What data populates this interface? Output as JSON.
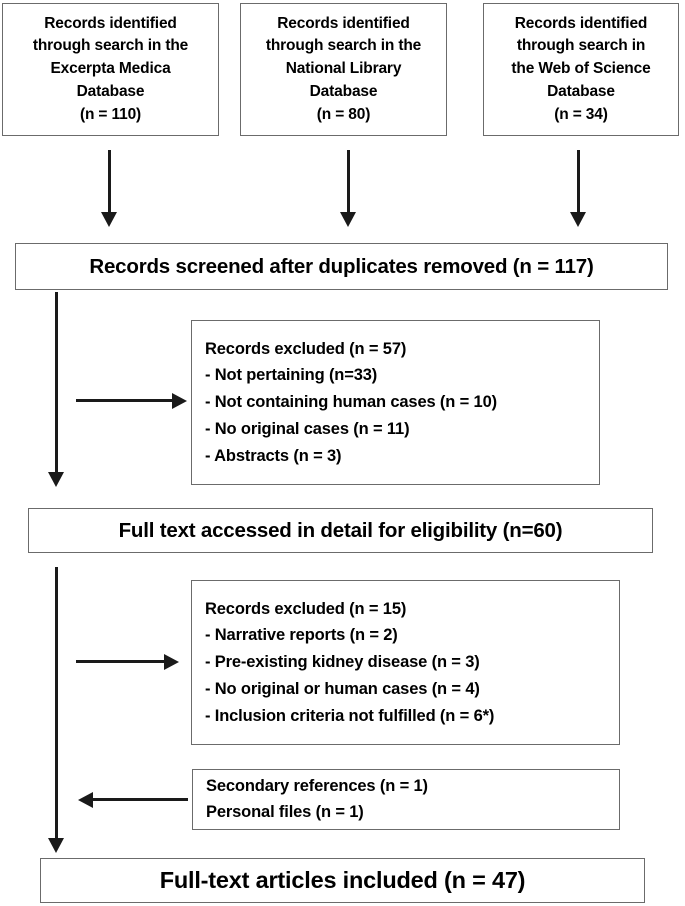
{
  "diagram": {
    "type": "prisma-flow-diagram",
    "title": "PRISMA study selection flow diagram",
    "colors": {
      "box_border": "#6b6b6b",
      "connector": "#1a1a1a",
      "text": "#000000",
      "background": "#ffffff"
    }
  },
  "sources": [
    {
      "id": "embase",
      "lines": [
        "Records identified",
        "through search in the",
        "Excerpta Medica",
        "Database",
        "(n = 110)"
      ],
      "count": 110
    },
    {
      "id": "national-library",
      "lines": [
        "Records identified",
        "through search in the",
        "National Library",
        "Database",
        "(n = 80)"
      ],
      "count": 80
    },
    {
      "id": "web-of-science",
      "lines": [
        "Records identified",
        "through search in",
        "the Web of Science",
        "Database",
        "(n = 34)"
      ],
      "count": 34
    }
  ],
  "screened": {
    "label": "Records screened after duplicates removed (n = 117)",
    "count": 117
  },
  "excluded_screening": {
    "heading": "Records excluded (n = 57)",
    "count": 57,
    "reasons": [
      "- Not pertaining (n=33)",
      "- Not containing human cases (n = 10)",
      "- No original cases (n = 11)",
      "- Abstracts (n = 3)"
    ]
  },
  "eligibility": {
    "label": "Full text accessed in detail for eligibility (n=60)",
    "count": 60
  },
  "excluded_eligibility": {
    "heading": "Records excluded (n = 15)",
    "count": 15,
    "reasons": [
      "- Narrative reports (n = 2)",
      "- Pre-existing kidney disease (n = 3)",
      "- No original or human cases (n = 4)",
      "- Inclusion criteria not fulfilled (n = 6*)"
    ]
  },
  "additional_sources": {
    "lines": [
      "Secondary references (n = 1)",
      "Personal files (n = 1)"
    ]
  },
  "included": {
    "label": "Full-text articles included (n = 47)",
    "count": 47
  }
}
